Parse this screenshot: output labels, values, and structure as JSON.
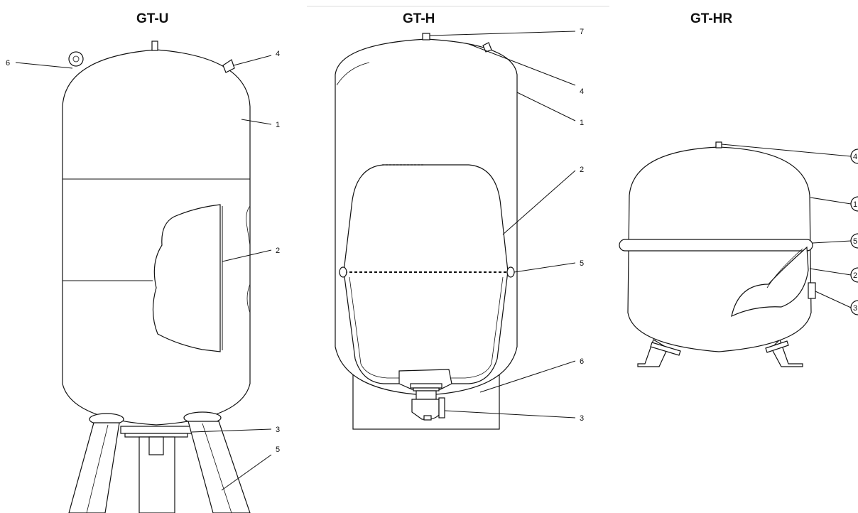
{
  "panels": [
    {
      "title": "GT-U",
      "labels": [
        "6",
        "4",
        "1",
        "2",
        "3",
        "5"
      ]
    },
    {
      "title": "GT-H",
      "labels": [
        "7",
        "4",
        "1",
        "2",
        "5",
        "6",
        "3"
      ]
    },
    {
      "title": "GT-HR",
      "labels": [
        "4",
        "1",
        "5",
        "2",
        "3"
      ]
    }
  ]
}
